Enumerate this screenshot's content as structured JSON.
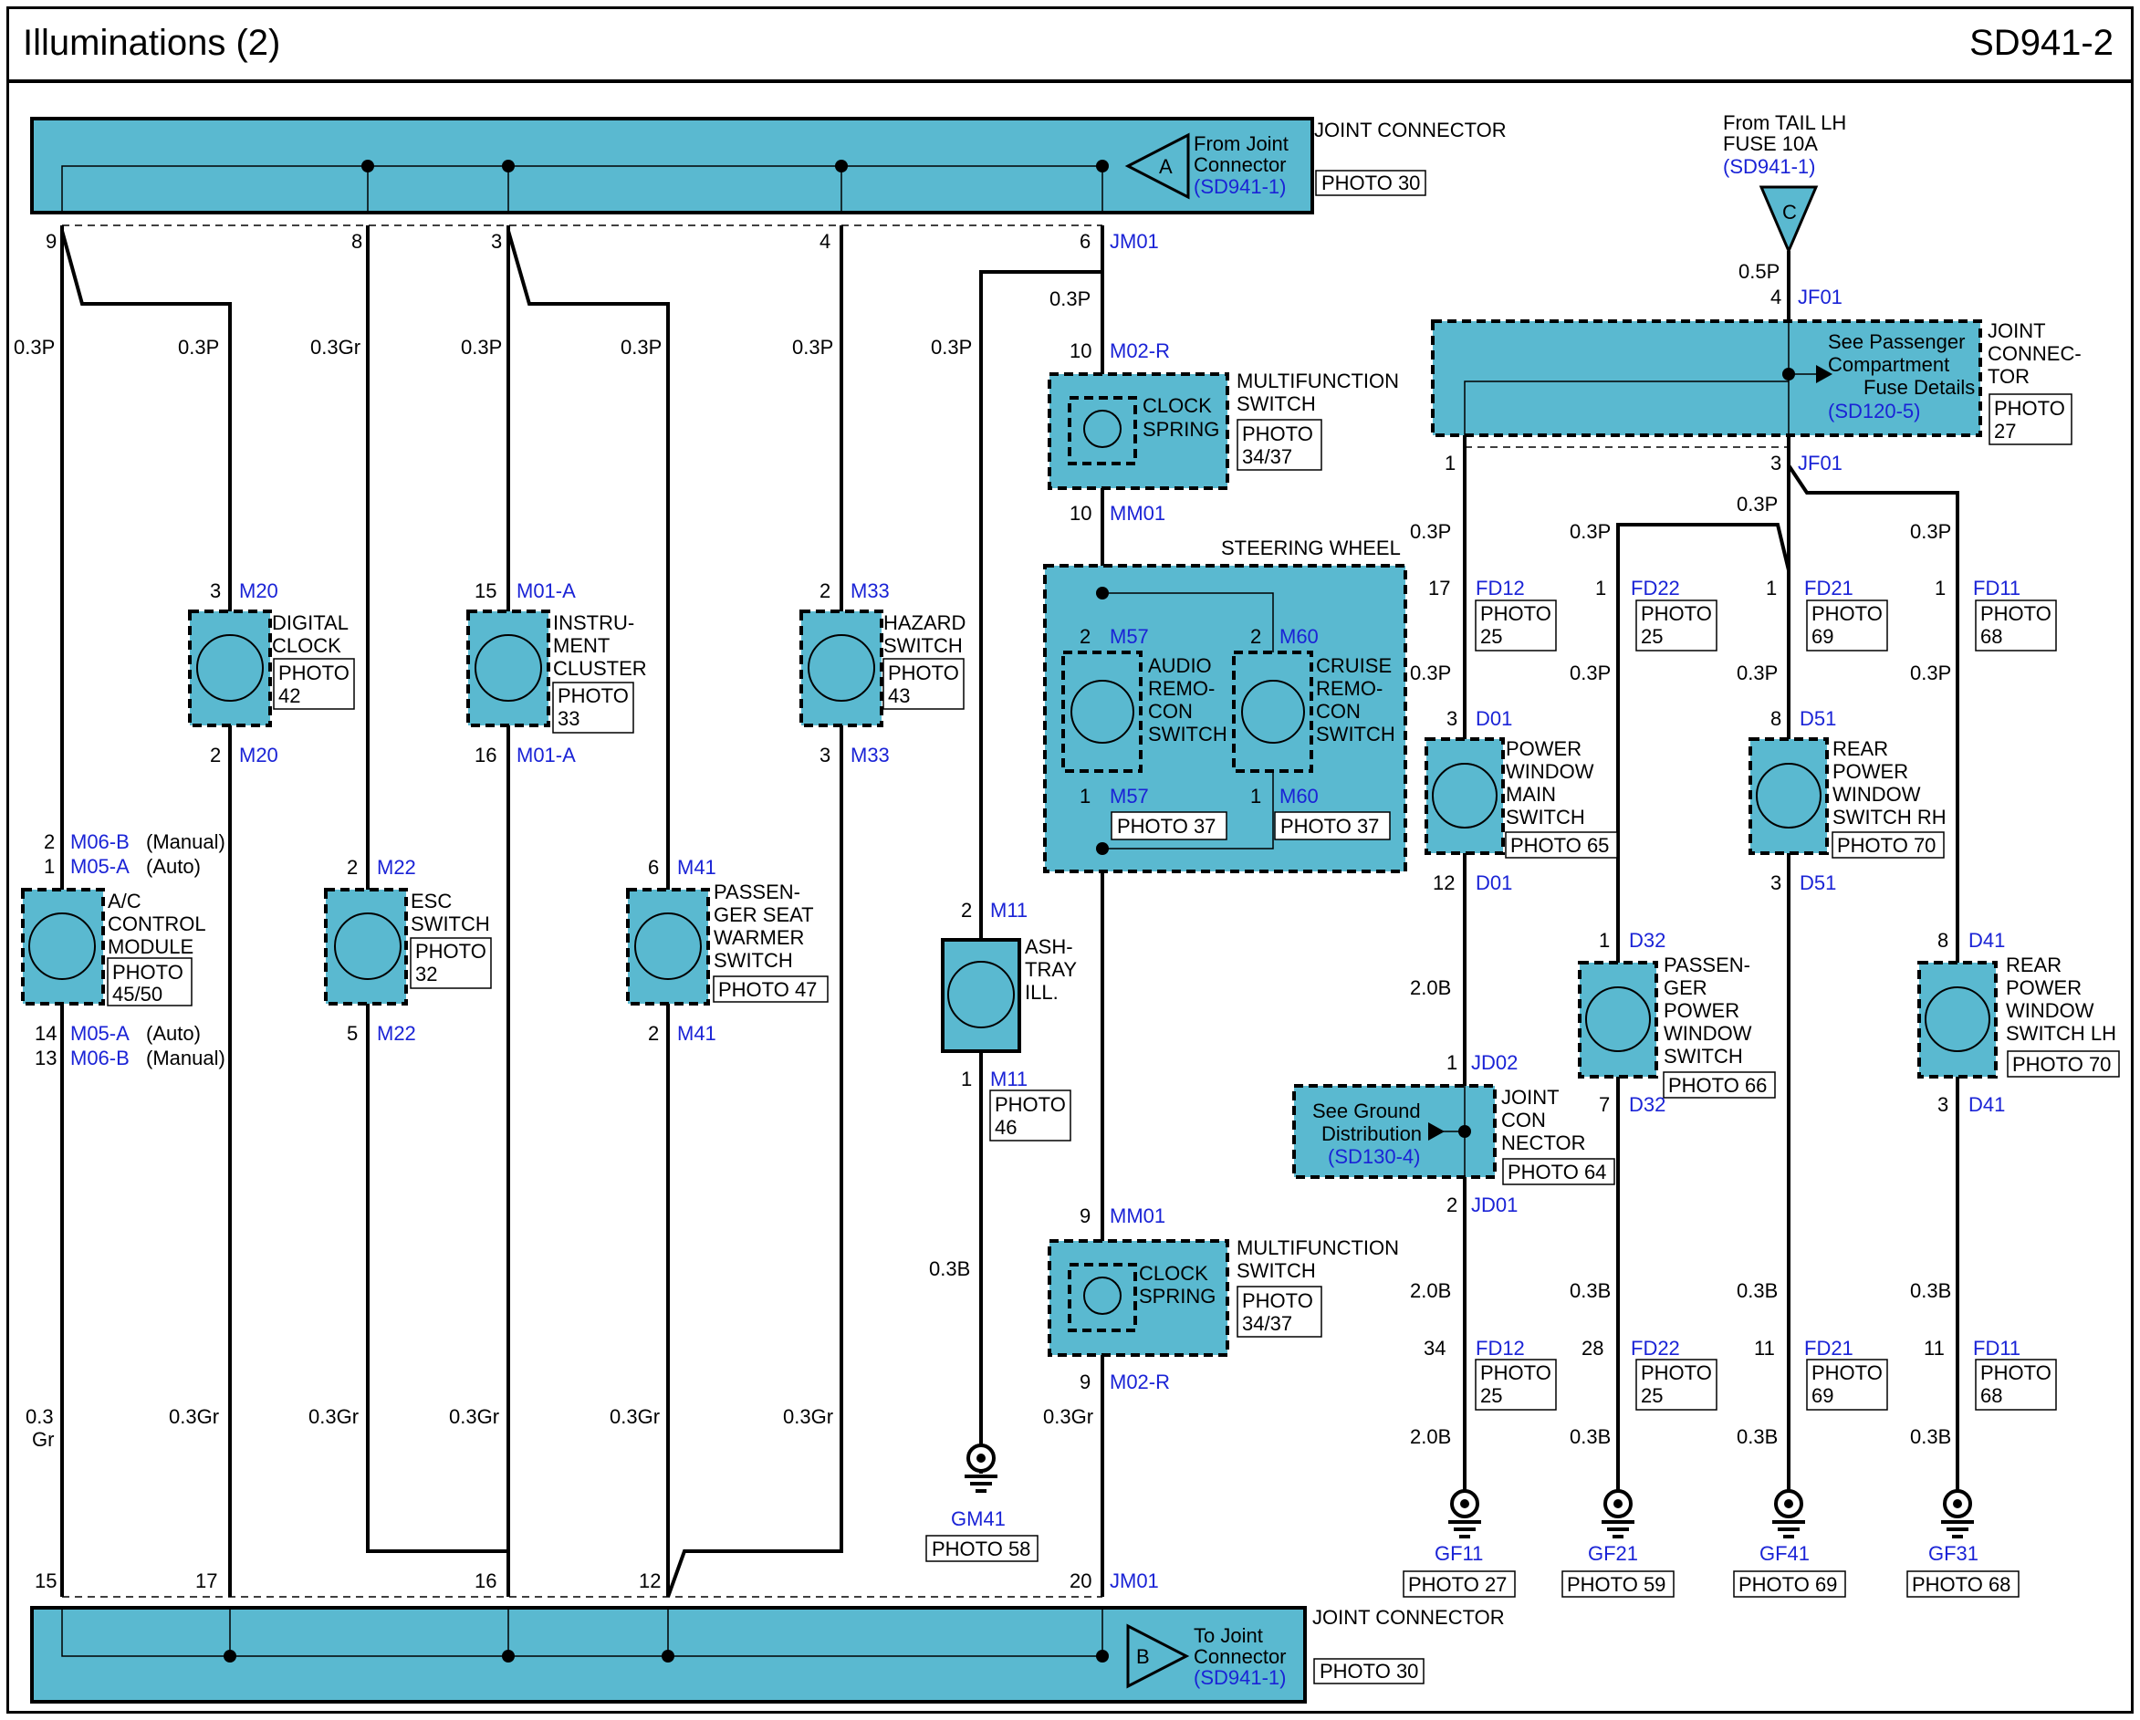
{
  "header": {
    "title": "Illuminations (2)",
    "code": "SD941-2"
  },
  "top_bus": {
    "label": "JOINT CONNECTOR",
    "photo": "PHOTO 30",
    "ref_letter": "A",
    "ref_text_1": "From Joint",
    "ref_text_2": "Connector",
    "ref_link": "(SD941-1)",
    "pins": [
      "9",
      "8",
      "3",
      "4",
      "6"
    ],
    "pin6_connector": "JM01"
  },
  "bottom_bus": {
    "label": "JOINT CONNECTOR",
    "photo": "PHOTO 30",
    "ref_letter": "B",
    "ref_text_1": "To Joint",
    "ref_text_2": "Connector",
    "ref_link": "(SD941-1)",
    "pins": [
      "15",
      "17",
      "16",
      "12",
      "20"
    ],
    "pin20_connector": "JM01"
  },
  "components": [
    {
      "name": "A/C CONTROL MODULE",
      "photo": "PHOTO 45/50",
      "pin_top": "2",
      "conn_top": "M06-B",
      "note_top": "(Manual)",
      "pin_top2": "1",
      "conn_top2": "M05-A",
      "note_top2": "(Auto)",
      "pin_bot": "14",
      "conn_bot": "M05-A",
      "note_bot": "(Auto)",
      "pin_bot2": "13",
      "conn_bot2": "M06-B",
      "note_bot2": "(Manual)"
    },
    {
      "name": "DIGITAL CLOCK",
      "photo": "PHOTO 42",
      "pin_top": "3",
      "conn": "M20",
      "pin_bot": "2"
    },
    {
      "name": "ESC SWITCH",
      "photo": "PHOTO 32",
      "pin_top": "2",
      "conn": "M22",
      "pin_bot": "5"
    },
    {
      "name": "INSTRU- MENT CLUSTER",
      "photo": "PHOTO 33",
      "pin_top": "15",
      "conn": "M01-A",
      "pin_bot": "16"
    },
    {
      "name": "PASSEN- GER SEAT WARMER SWITCH",
      "photo": "PHOTO 47",
      "pin_top": "6",
      "conn": "M41",
      "pin_bot": "2"
    },
    {
      "name": "HAZARD SWITCH",
      "photo": "PHOTO 43",
      "pin_top": "2",
      "conn": "M33",
      "pin_bot": "3"
    },
    {
      "name": "ASH- TRAY ILL.",
      "photo": "PHOTO 46",
      "pin_top": "2",
      "conn": "M11",
      "pin_bot": "1"
    },
    {
      "name": "MULTIFUNCTION SWITCH",
      "sub": "CLOCK SPRING",
      "photo": "PHOTO 34/37",
      "pin_top": "10",
      "conn_top": "M02-R",
      "pin_bot": "10",
      "conn_bot": "MM01"
    },
    {
      "name": "STEERING WHEEL"
    },
    {
      "name": "AUDIO REMO- CON SWITCH",
      "photo": "PHOTO 37",
      "pin_top": "2",
      "conn": "M57",
      "pin_bot": "1"
    },
    {
      "name": "CRUISE REMO- CON SWITCH",
      "photo": "PHOTO 37",
      "pin_top": "2",
      "conn": "M60",
      "pin_bot": "1"
    },
    {
      "name": "MULTIFUNCTION SWITCH",
      "sub": "CLOCK SPRING",
      "photo": "PHOTO 34/37",
      "pin_top": "9",
      "conn_top": "MM01",
      "pin_bot": "9",
      "conn_bot": "M02-R"
    },
    {
      "name": "POWER WINDOW MAIN SWITCH",
      "photo": "PHOTO 65",
      "pin_top": "3",
      "conn": "D01",
      "pin_bot": "12"
    },
    {
      "name": "PASSEN- GER POWER WINDOW SWITCH",
      "photo": "PHOTO 66",
      "pin_top": "1",
      "conn": "D32",
      "pin_bot": "7"
    },
    {
      "name": "REAR POWER WINDOW SWITCH RH",
      "photo": "PHOTO 70",
      "pin_top": "8",
      "conn": "D51",
      "pin_bot": "3"
    },
    {
      "name": "REAR POWER WINDOW SWITCH LH",
      "photo": "PHOTO 70",
      "pin_top": "8",
      "conn": "D41",
      "pin_bot": "3"
    }
  ],
  "fuse_source": {
    "line1": "From TAIL LH",
    "line2": "FUSE 10A",
    "link": "(SD941-1)",
    "letter": "C",
    "wire": "0.5P",
    "pin": "4",
    "conn": "JF01"
  },
  "jf_connector": {
    "label_1": "JOINT",
    "label_2": "CONNEC-",
    "label_3": "TOR",
    "photo_1": "PHOTO",
    "photo_2": "27",
    "see_1": "See Passenger",
    "see_2": "Compartment",
    "see_3": "Fuse Details",
    "see_link": "(SD120-5)",
    "pin_left": "1",
    "pin_right": "3",
    "conn": "JF01"
  },
  "jd_connector": {
    "label_1": "JOINT",
    "label_2": "CON",
    "label_3": "NECTOR",
    "photo": "PHOTO 64",
    "see_1": "See Ground",
    "see_2": "Distribution",
    "see_link": "(SD130-4)",
    "pin_top": "1",
    "conn_top": "JD02",
    "pin_bot": "2",
    "conn_bot": "JD01"
  },
  "inline_connectors": [
    {
      "pin": "17",
      "conn": "FD12",
      "photo_1": "PHOTO",
      "photo_2": "25"
    },
    {
      "pin": "1",
      "conn": "FD22",
      "photo_1": "PHOTO",
      "photo_2": "25"
    },
    {
      "pin": "1",
      "conn": "FD21",
      "photo_1": "PHOTO",
      "photo_2": "69"
    },
    {
      "pin": "1",
      "conn": "FD11",
      "photo_1": "PHOTO",
      "photo_2": "68"
    },
    {
      "pin": "34",
      "conn": "FD12",
      "photo_1": "PHOTO",
      "photo_2": "25"
    },
    {
      "pin": "28",
      "conn": "FD22",
      "photo_1": "PHOTO",
      "photo_2": "25"
    },
    {
      "pin": "11",
      "conn": "FD21",
      "photo_1": "PHOTO",
      "photo_2": "69"
    },
    {
      "pin": "11",
      "conn": "FD11",
      "photo_1": "PHOTO",
      "photo_2": "68"
    }
  ],
  "grounds": [
    {
      "name": "GM41",
      "photo": "PHOTO 58"
    },
    {
      "name": "GF11",
      "photo": "PHOTO 27"
    },
    {
      "name": "GF21",
      "photo": "PHOTO 59"
    },
    {
      "name": "GF41",
      "photo": "PHOTO 69"
    },
    {
      "name": "GF31",
      "photo": "PHOTO 68"
    }
  ],
  "wire_labels": {
    "p03": "0.3P",
    "gr03": "0.3Gr",
    "b03": "0.3B",
    "b20": "2.0B",
    "gr03_stack_1": "0.3",
    "gr03_stack_2": "Gr"
  },
  "colors": {
    "component_fill": "#5ab9d0",
    "link_text": "#1a23d6",
    "line": "#000000"
  }
}
